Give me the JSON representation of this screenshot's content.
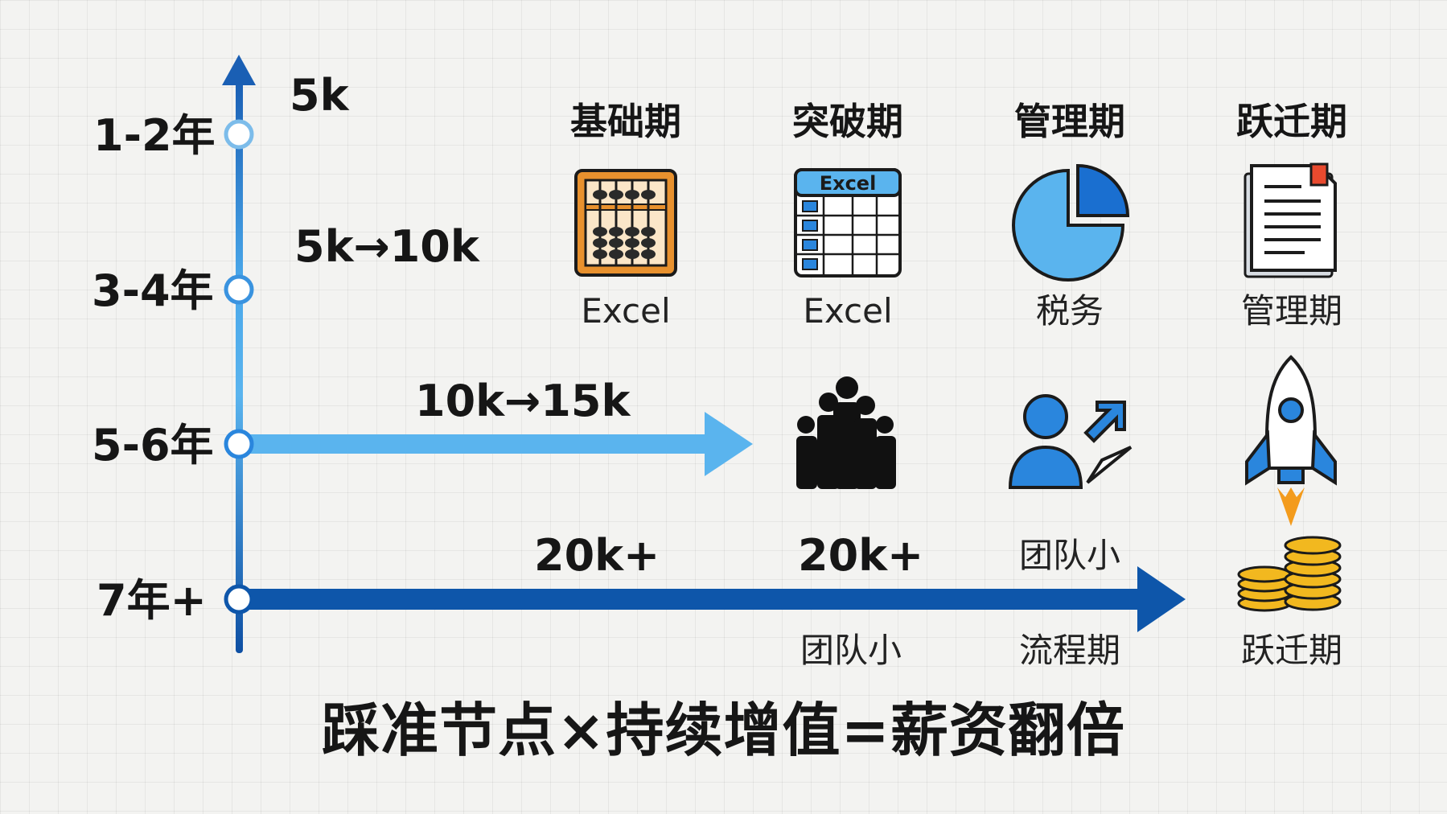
{
  "colors": {
    "axis_top": "#1a5fb4",
    "arrow_light": "#5ab4ee",
    "arrow_dark": "#0e56aa",
    "icon_blue": "#2a86dd",
    "abacus_frame": "#e8912e",
    "coin_gold": "#f2b81f"
  },
  "axis": {
    "years": [
      "1-2年",
      "3-4年",
      "5-6年",
      "7年+"
    ]
  },
  "salaries": {
    "s1": "5k",
    "s2": "5k→10k",
    "s3": "10k→15k",
    "s4a": "20k+",
    "s4b": "20k+"
  },
  "phases": [
    "基础期",
    "突破期",
    "管理期",
    "跃迁期"
  ],
  "captions_row1": [
    "Excel",
    "Excel",
    "税务",
    "管理期"
  ],
  "spreadsheet_header": "Excel",
  "captions_row2": {
    "mgmt_top": "团队小",
    "team_bottom": "团队小",
    "mgmt_bottom": "流程期",
    "leap_bottom": "跃迁期"
  },
  "icons": [
    "abacus-icon",
    "spreadsheet-icon",
    "pie-chart-icon",
    "document-icon",
    "team-icon",
    "person-growth-icon",
    "rocket-icon",
    "coins-icon"
  ],
  "slogan": "踩准节点×持续增值=薪资翻倍"
}
